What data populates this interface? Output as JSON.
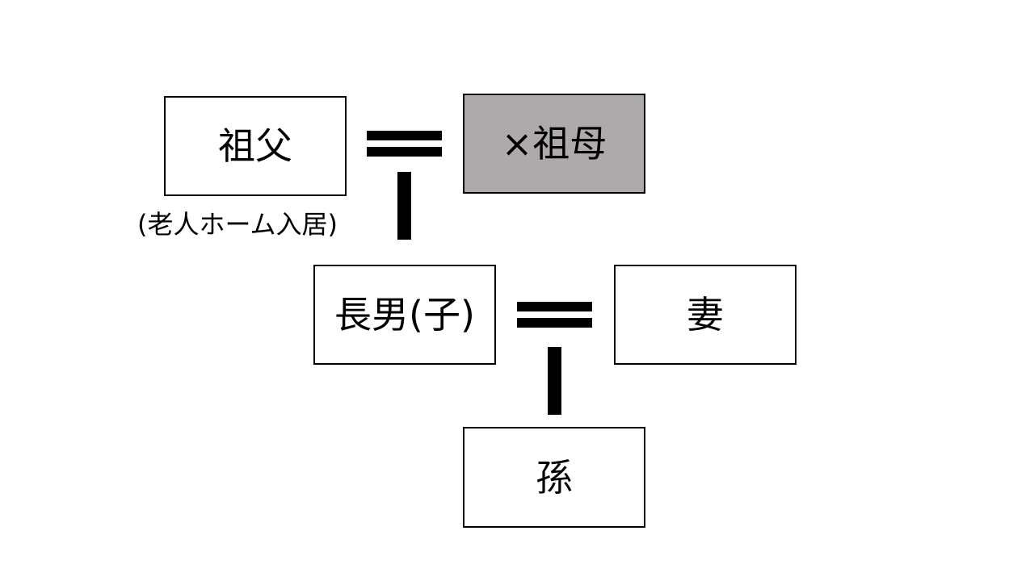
{
  "diagram": {
    "type": "family-tree",
    "people": {
      "grandfather": {
        "label": "祖父",
        "note": "(老人ホーム入居)"
      },
      "grandmother": {
        "label": "×祖母",
        "deceased": true
      },
      "eldest_son": {
        "label": "長男(子)"
      },
      "wife": {
        "label": "妻"
      },
      "grandchild": {
        "label": "孫"
      }
    },
    "marriages": [
      [
        "grandfather",
        "grandmother"
      ],
      [
        "eldest_son",
        "wife"
      ]
    ],
    "descent": [
      {
        "parents": [
          "grandfather",
          "grandmother"
        ],
        "child": "eldest_son"
      },
      {
        "parents": [
          "eldest_son",
          "wife"
        ],
        "child": "grandchild"
      }
    ],
    "colors": {
      "deceased_fill": "#aeaaaa",
      "line": "#000000",
      "box_fill": "#ffffff"
    }
  }
}
